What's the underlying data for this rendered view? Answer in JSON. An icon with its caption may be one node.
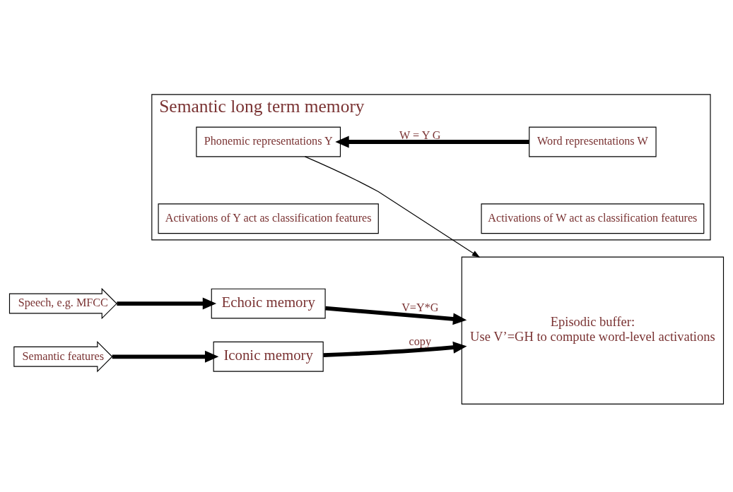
{
  "diagram": {
    "nodes": [
      {
        "text": [
          "Semantic long term memory"
        ]
      },
      {
        "text": [
          "Activations of Y act as classification features"
        ],
        "in": 0
      },
      {
        "text": [
          "Phonemic representations Y"
        ],
        "in": 0
      },
      {
        "text": [
          "Activations of W act as classification features"
        ],
        "in": 0
      },
      {
        "text": [
          "Word representations W"
        ],
        "in": 0
      },
      {
        "text": [
          "Echoic memory"
        ]
      },
      {
        "text": [
          "Iconic memory"
        ]
      },
      {
        "text": [
          "Episodic buffer:",
          "Use V’=GH to compute word-level activations"
        ]
      },
      {
        "text": [
          "Speech, e.g. MFCC"
        ]
      },
      {
        "text": [
          "Semantic features"
        ]
      }
    ],
    "edges": [
      {
        "from": 4,
        "to": 2,
        "arrow": "to",
        "label": "W = Y G"
      },
      {
        "from": 2,
        "to": 7,
        "arrow": "to"
      },
      {
        "from": 5,
        "to": 7,
        "arrow": "to",
        "label": "V=Y*G"
      },
      {
        "from": 6,
        "to": 7,
        "arrow": "to",
        "label": "copy"
      },
      {
        "from": 8,
        "to": 5,
        "arrow": "to"
      },
      {
        "from": 9,
        "to": 6,
        "arrow": "to"
      }
    ]
  }
}
